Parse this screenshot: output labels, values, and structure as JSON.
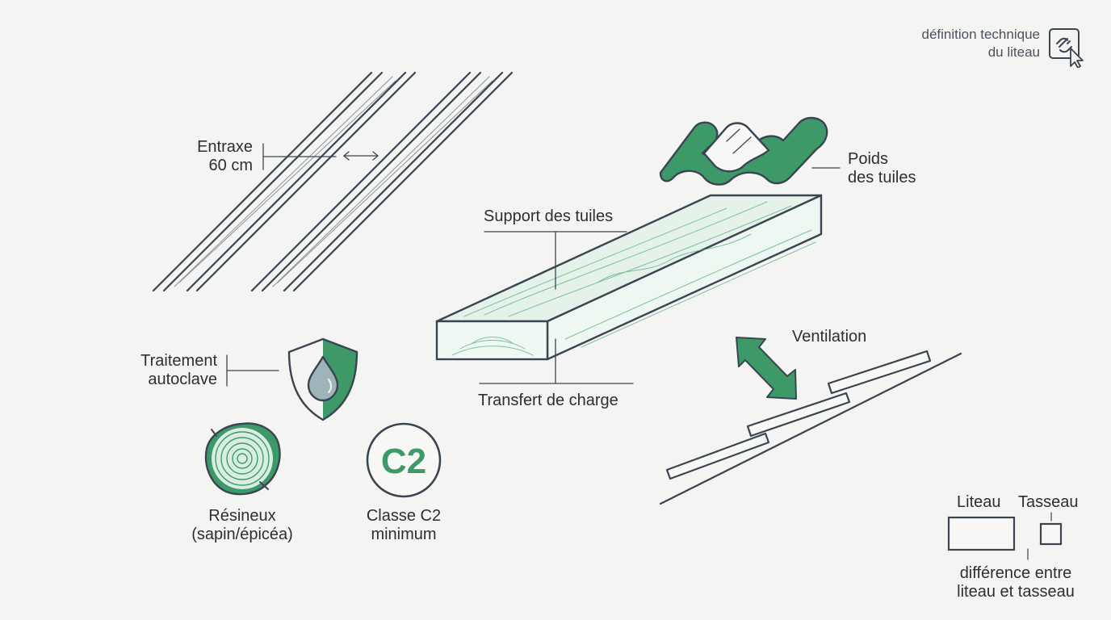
{
  "header": {
    "link_line1": "définition technique",
    "link_line2": "du liteau"
  },
  "labels": {
    "entraxe_line1": "Entraxe",
    "entraxe_line2": "60 cm",
    "support": "Support des tuiles",
    "transfert": "Transfert de charge",
    "poids_line1": "Poids",
    "poids_line2": "des tuiles",
    "ventilation": "Ventilation",
    "traitement_line1": "Traitement",
    "traitement_line2": "autoclave",
    "resineux_line1": "Résineux",
    "resineux_line2": "(sapin/épicéa)",
    "classe_line1": "Classe C2",
    "classe_line2": "minimum",
    "c2_badge": "C2",
    "liteau": "Liteau",
    "tasseau": "Tasseau",
    "difference_line1": "différence entre",
    "difference_line2": "liteau et tasseau"
  },
  "colors": {
    "accent": "#3d9a68",
    "accent_light": "#a8d6bb",
    "stroke": "#3a4552",
    "background": "#f4f4f2"
  },
  "icons": [
    "link-cursor-icon",
    "shield-drop-icon",
    "wood-log-icon",
    "c2-badge-icon",
    "ventilation-arrow-icon",
    "roof-tile-icon"
  ]
}
